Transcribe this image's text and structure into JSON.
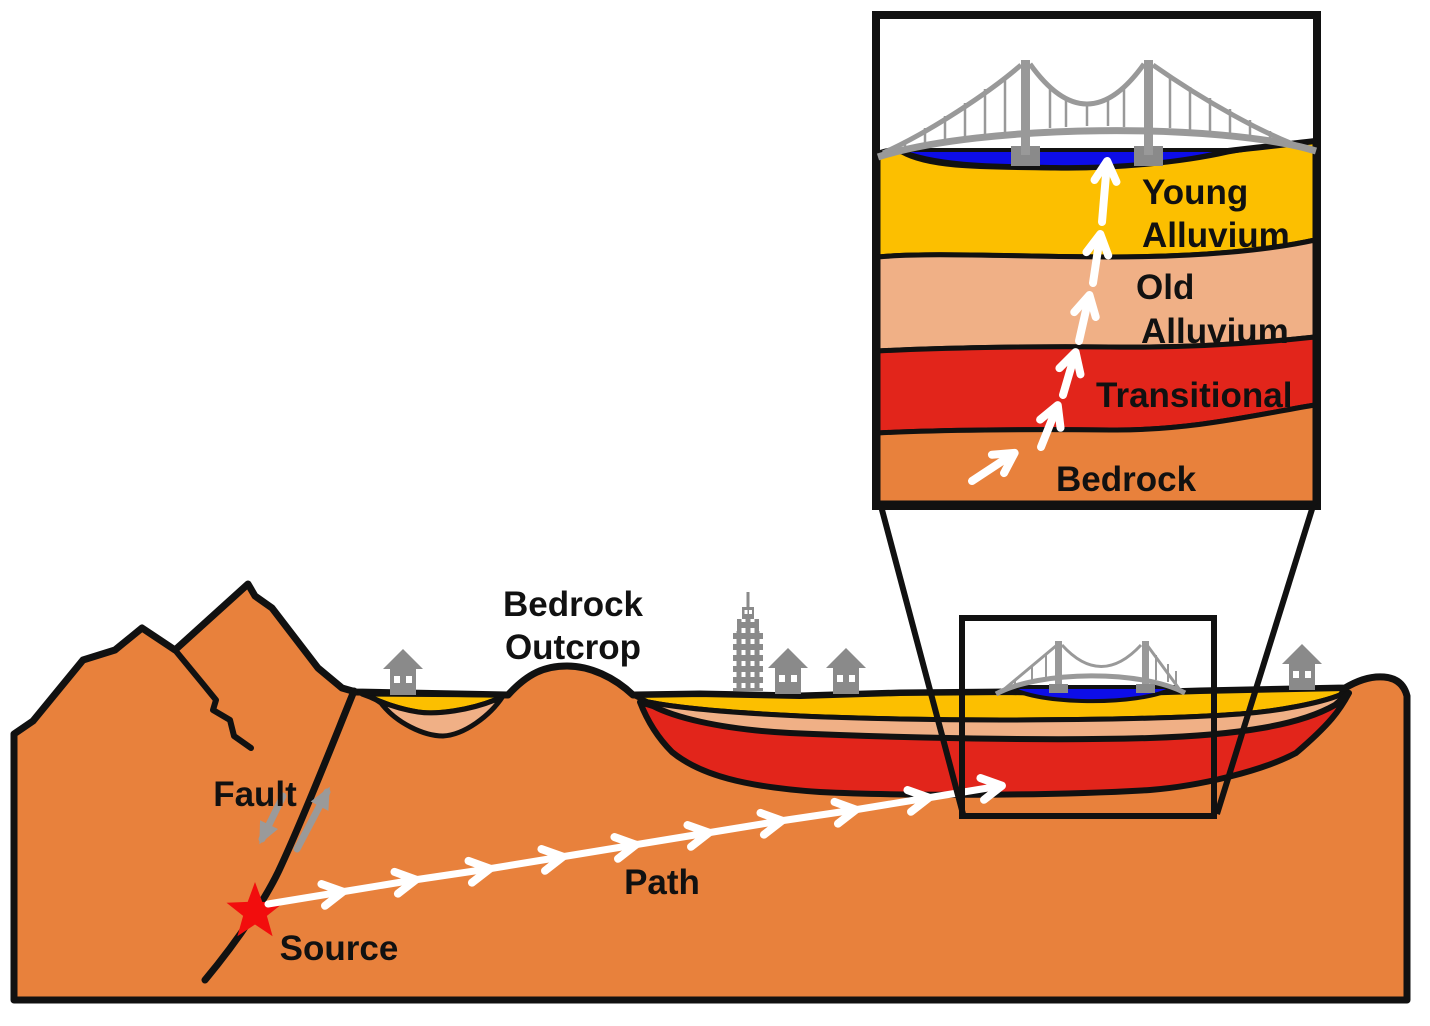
{
  "figure": {
    "kind": "seismic-cross-section-diagram",
    "main_labels": {
      "fault": "Fault",
      "source": "Source",
      "path": "Path",
      "bedrock_outcrop": [
        "Bedrock",
        "Outcrop"
      ]
    },
    "inset": {
      "layer_labels": {
        "young_alluvium": [
          "Young",
          "Alluvium"
        ],
        "old_alluvium": [
          "Old",
          "Alluvium"
        ],
        "transitional": [
          "Transitional"
        ],
        "bedrock": [
          "Bedrock"
        ]
      }
    },
    "colors": {
      "bedrock_orange": "#E8813C",
      "young_alluvium_gold": "#FCBF00",
      "old_alluvium_tan": "#F0B086",
      "transitional_red": "#E2251B",
      "water_blue": "#0D0DE8",
      "structure_gray": "#8A8A8A",
      "bridge_gray": "#999999",
      "source_star_red": "#F20D0D",
      "wave_arrow_white": "#FFFFFF",
      "outline_black": "#111111"
    },
    "icons": [
      "house-icon",
      "skyscraper-icon",
      "suspension-bridge-icon",
      "source-star-icon",
      "fault-slip-arrows-icon",
      "seismic-wave-arrow-icon"
    ]
  }
}
